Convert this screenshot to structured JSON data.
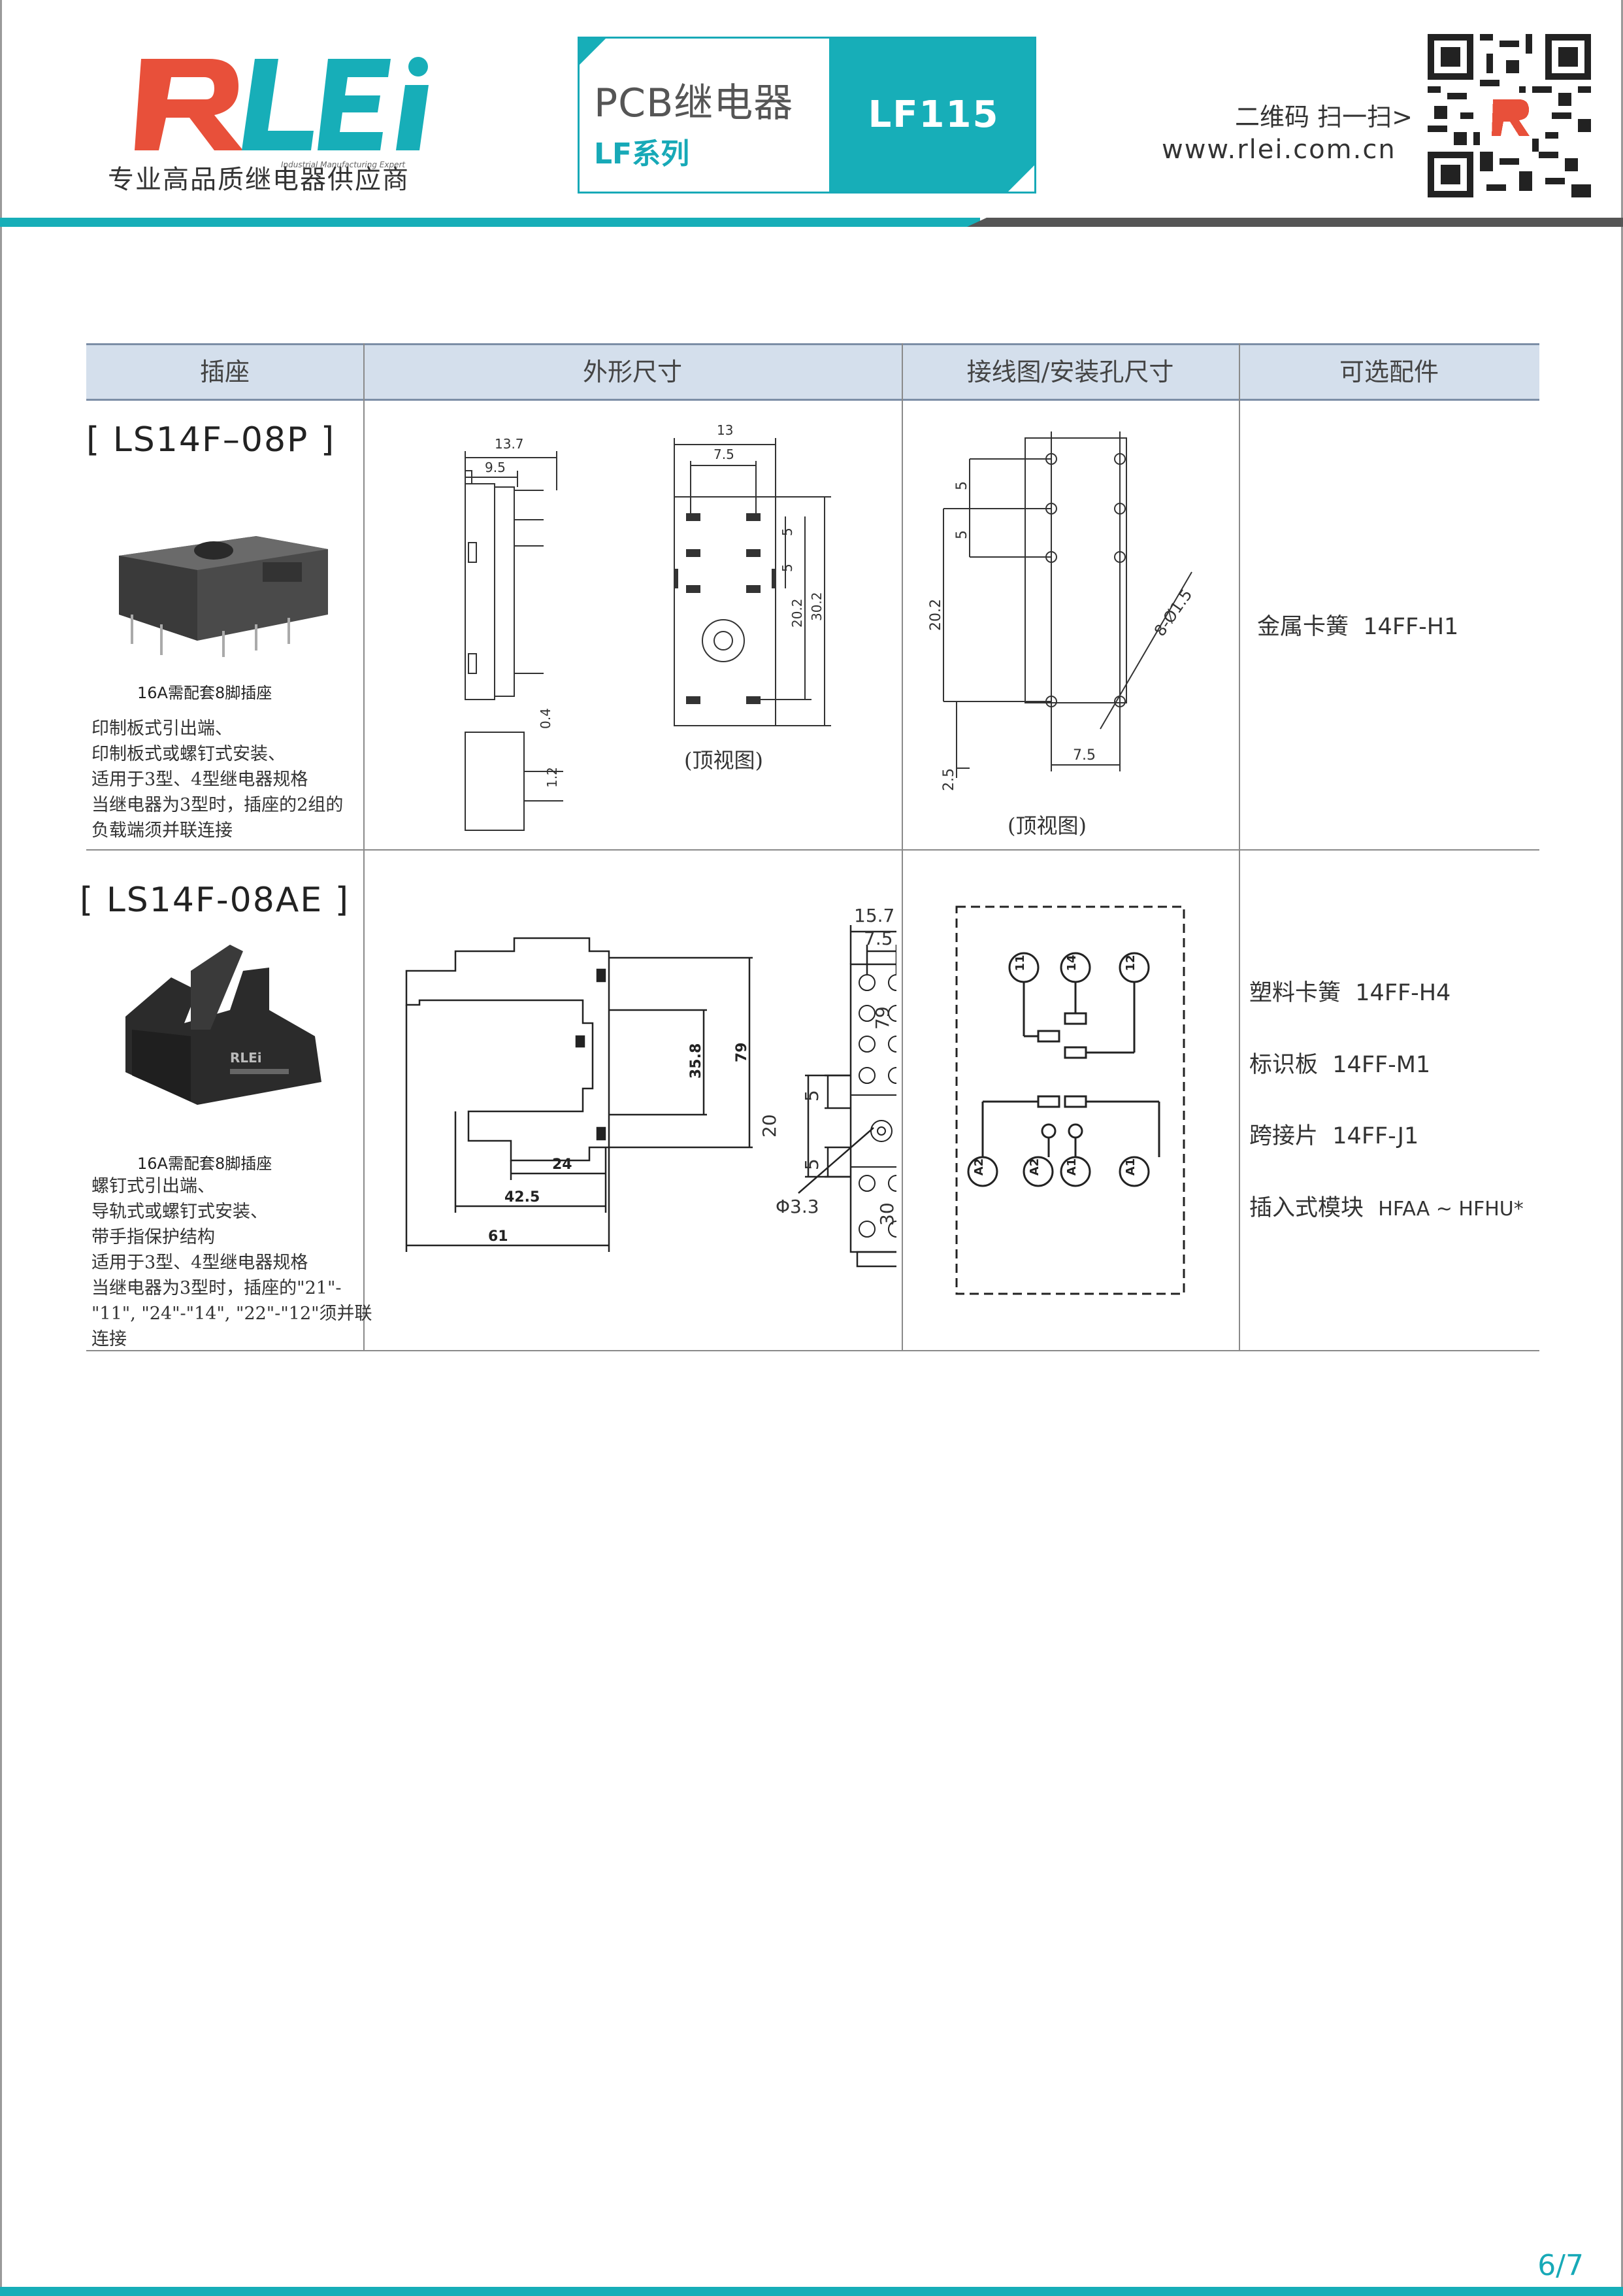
{
  "header": {
    "brand": "RLEi",
    "brand_small": "Industrial Manufacturing Expert",
    "tagline": "专业高品质继电器供应商",
    "title_main": "PCB继电器",
    "title_sub": "LF系列",
    "title_model": "LF115",
    "qr_label": "二维码 扫一扫>",
    "url": "www.rlei.com.cn"
  },
  "table": {
    "columns": [
      "插座",
      "外形尺寸",
      "接线图/安装孔尺寸",
      "可选配件"
    ],
    "rows": [
      {
        "model": "[ LS14F–08P ]",
        "caption": "16A需配套8脚插座",
        "description": [
          "印制板式引出端、",
          "印制板式或螺钉式安装、",
          "适用于3型、4型继电器规格",
          "当继电器为3型时，插座的2组的",
          "负载端须并联连接"
        ],
        "dim_labels": {
          "d1": "13.7",
          "d2": "9.5",
          "d3": "13",
          "d4": "7.5",
          "d5": "5",
          "d6": "5",
          "d7": "20.2",
          "d8": "30.2",
          "d9": "0.4",
          "d10": "1.2"
        },
        "dim_view": "(顶视图)",
        "wiring_labels": {
          "w1": "5",
          "w2": "5",
          "w3": "20.2",
          "w4": "8-Ø1.5",
          "w5": "2.5",
          "w6": "7.5"
        },
        "wiring_view": "(顶视图)",
        "accessories": [
          {
            "name": "金属卡簧",
            "code": "14FF-H1"
          }
        ]
      },
      {
        "model": "[ LS14F-08AE ]",
        "caption": "16A需配套8脚插座",
        "description": [
          "螺钉式引出端、",
          "导轨式或螺钉式安装、",
          "带手指保护结构",
          "适用于3型、4型继电器规格",
          "当继电器为3型时，插座的\"21\"-",
          "\"11\", \"24\"-\"14\", \"22\"-\"12\"须并联",
          "连接"
        ],
        "dim_labels": {
          "a1": "35.8",
          "a2": "79",
          "a3": "24",
          "a4": "42.5",
          "a5": "61",
          "b1": "15.7",
          "b2": "7.5",
          "b3": "5",
          "b4": "20",
          "b5": "5",
          "b6": "Φ3.3",
          "b7": "30",
          "b8": "79"
        },
        "terminals": {
          "t11": "11",
          "t14": "14",
          "t12": "12",
          "tA2a": "A2",
          "tA2b": "A2",
          "tA1a": "A1",
          "tA1b": "A1"
        },
        "accessories": [
          {
            "name": "塑料卡簧",
            "code": "14FF-H4"
          },
          {
            "name": "标识板",
            "code": "14FF-M1"
          },
          {
            "name": "跨接片",
            "code": "14FF-J1"
          },
          {
            "name": "插入式模块",
            "code": "HFAA ~ HFHU*"
          }
        ]
      }
    ]
  },
  "footer": {
    "page": "6/7"
  },
  "colors": {
    "accent": "#17aeb8",
    "header_bg": "#d4dfec",
    "brand_red": "#e8503a",
    "dark": "#555555"
  }
}
